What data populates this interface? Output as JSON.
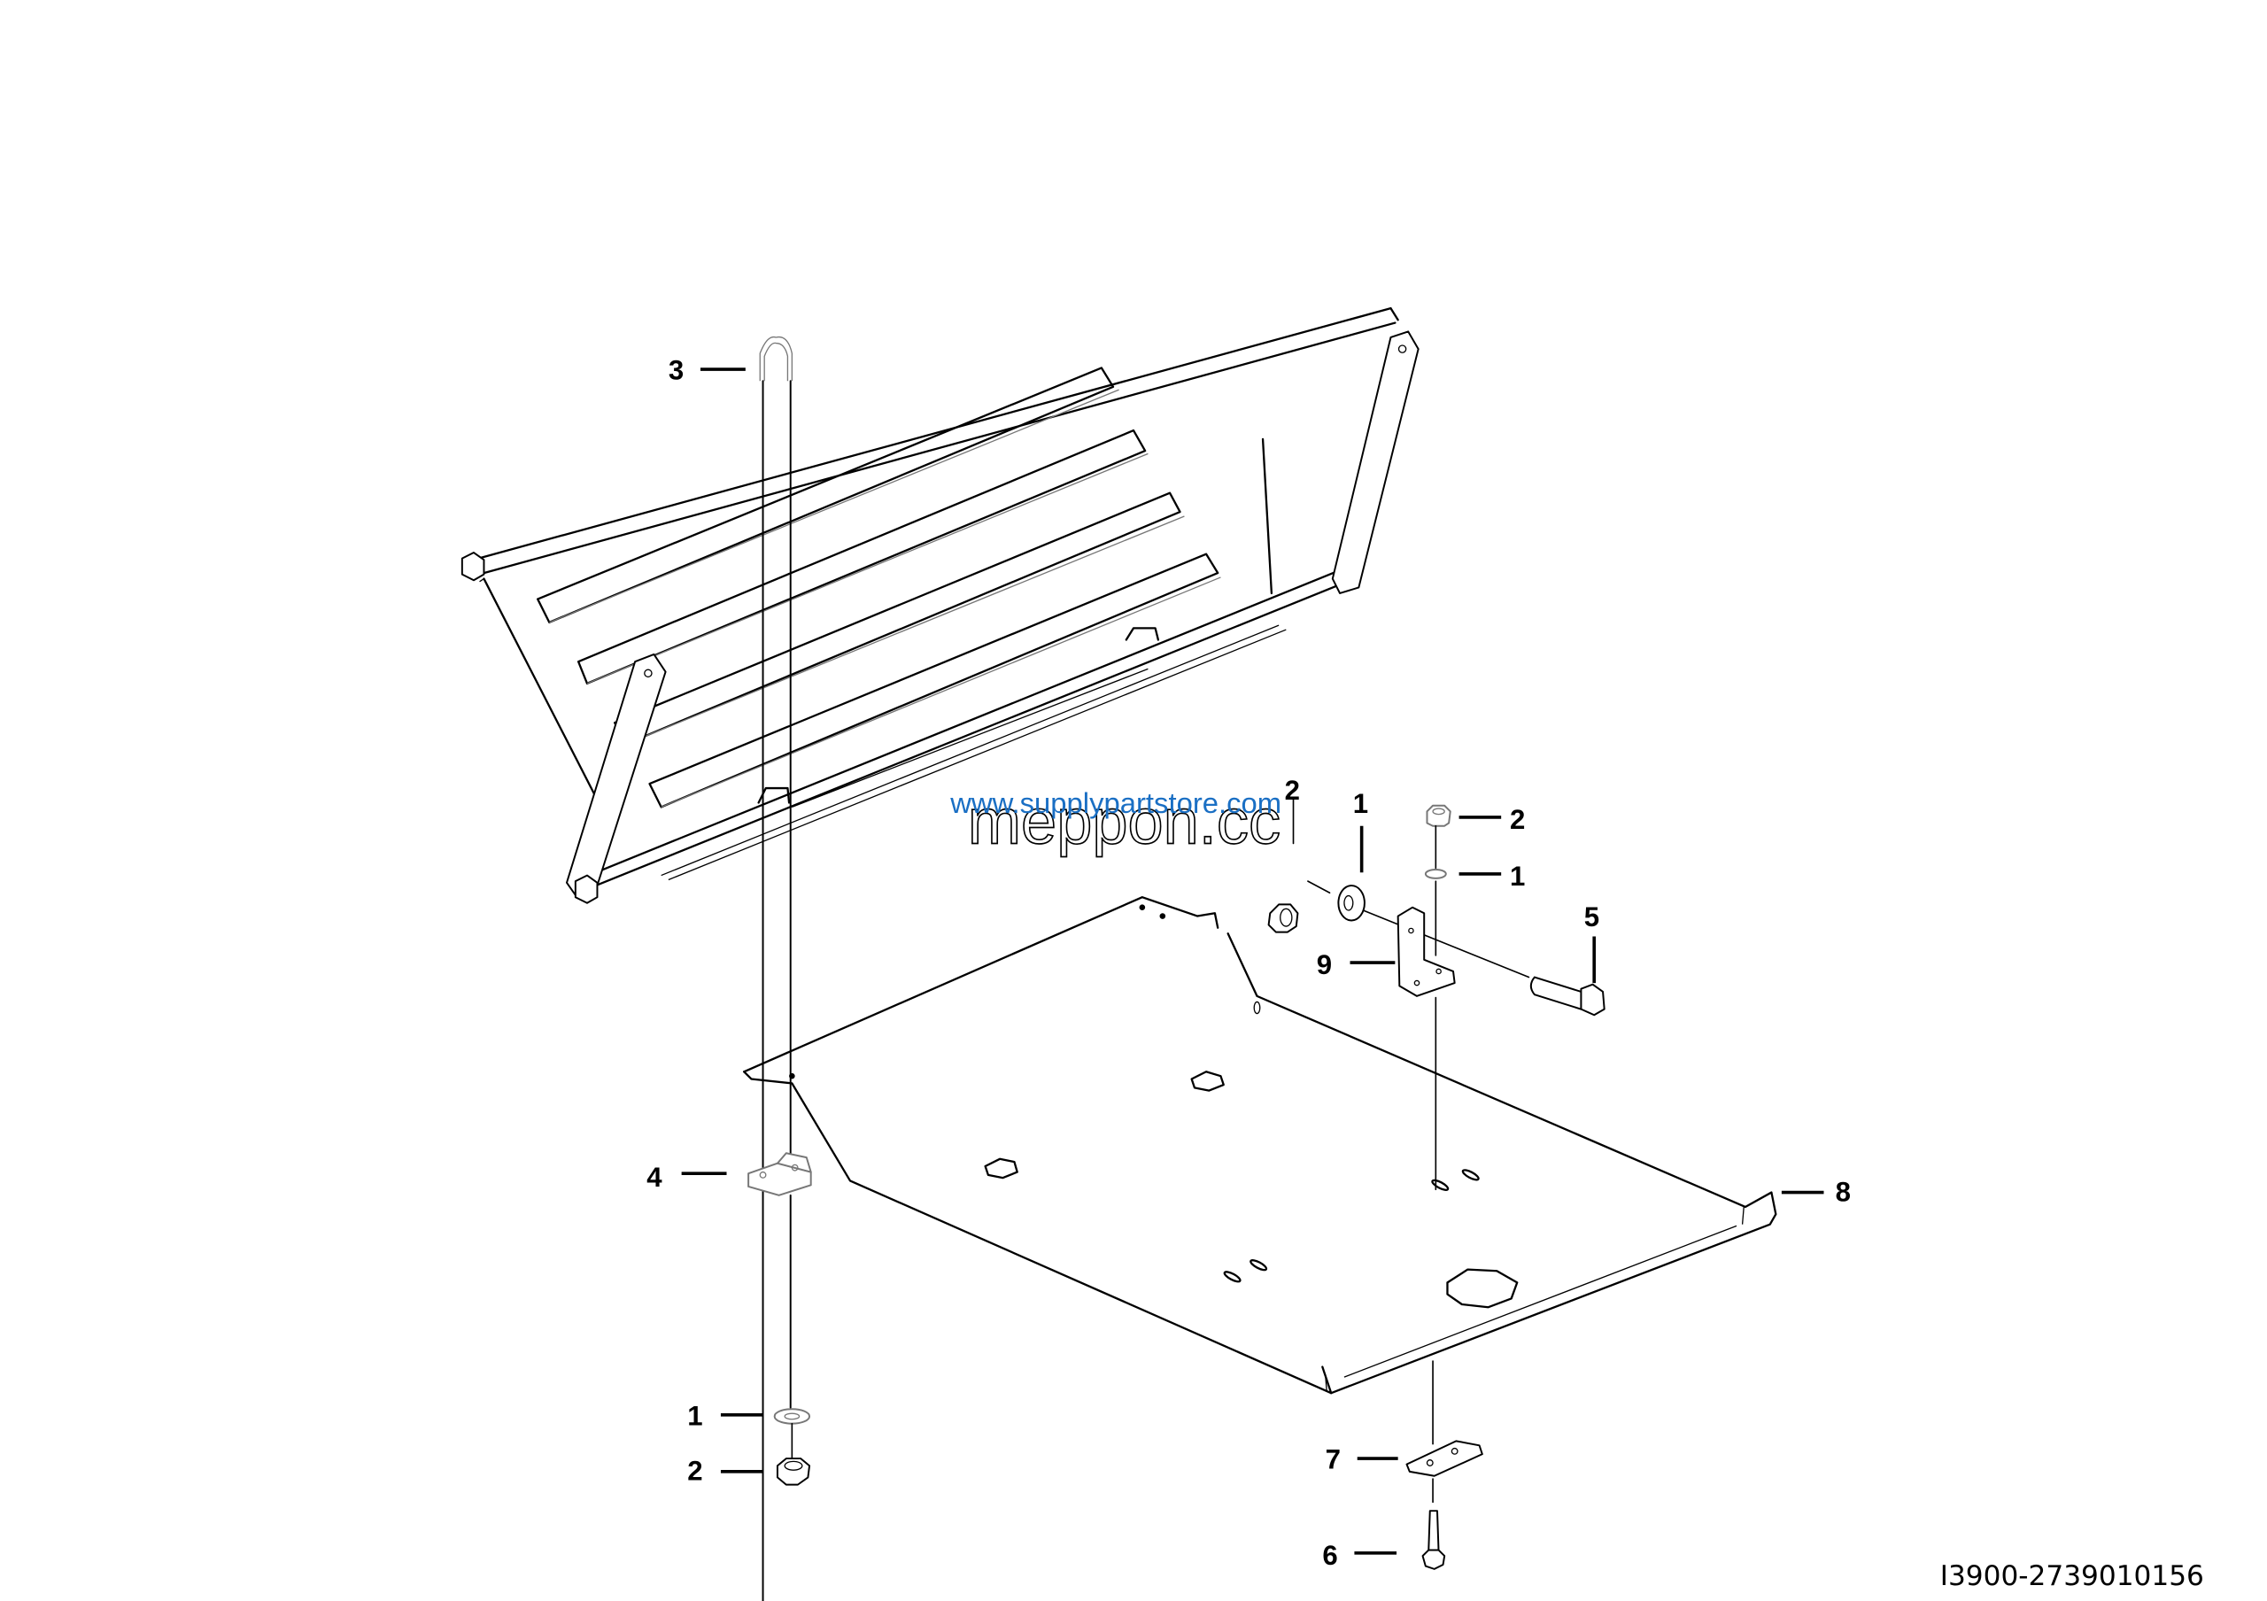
{
  "diagram": {
    "type": "exploded parts diagram",
    "drawing_code": "I3900-2739010156",
    "watermarks": {
      "url": "www.supplypartstore.com",
      "outline": "meppon.cc"
    },
    "callouts": [
      {
        "id": "c3",
        "label": "3",
        "part": "U-bolt / hook rod"
      },
      {
        "id": "c4",
        "label": "4",
        "part": "clamp block"
      },
      {
        "id": "c1a",
        "label": "1",
        "part": "washer (lower left)"
      },
      {
        "id": "c2a",
        "label": "2",
        "part": "nut (lower left)"
      },
      {
        "id": "c2b",
        "label": "2",
        "part": "nut (upper center)"
      },
      {
        "id": "c1b",
        "label": "1",
        "part": "washer (upper center)"
      },
      {
        "id": "c2c",
        "label": "2",
        "part": "nut (upper right)"
      },
      {
        "id": "c1c",
        "label": "1",
        "part": "washer (upper right)"
      },
      {
        "id": "c5",
        "label": "5",
        "part": "hex bolt"
      },
      {
        "id": "c9",
        "label": "9",
        "part": "angle bracket"
      },
      {
        "id": "c8",
        "label": "8",
        "part": "skid plate"
      },
      {
        "id": "c7",
        "label": "7",
        "part": "plate"
      },
      {
        "id": "c6",
        "label": "6",
        "part": "bolt"
      }
    ],
    "assemblies": [
      "louvered rack with support arms",
      "skid plate",
      "fasteners"
    ]
  }
}
